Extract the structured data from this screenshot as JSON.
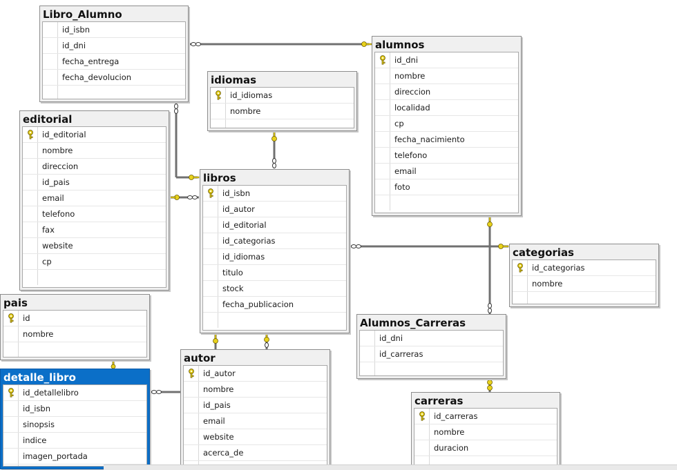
{
  "diagram": {
    "tables": [
      {
        "id": "libro_alumno",
        "name": "Libro_Alumno",
        "columns": [
          {
            "name": "id_isbn",
            "pk": false
          },
          {
            "name": "id_dni",
            "pk": false
          },
          {
            "name": "fecha_entrega",
            "pk": false
          },
          {
            "name": "fecha_devolucion",
            "pk": false
          }
        ]
      },
      {
        "id": "alumnos",
        "name": "alumnos",
        "columns": [
          {
            "name": "id_dni",
            "pk": true
          },
          {
            "name": "nombre",
            "pk": false
          },
          {
            "name": "direccion",
            "pk": false
          },
          {
            "name": "localidad",
            "pk": false
          },
          {
            "name": "cp",
            "pk": false
          },
          {
            "name": "fecha_nacimiento",
            "pk": false
          },
          {
            "name": "telefono",
            "pk": false
          },
          {
            "name": "email",
            "pk": false
          },
          {
            "name": "foto",
            "pk": false
          }
        ]
      },
      {
        "id": "idiomas",
        "name": "idiomas",
        "columns": [
          {
            "name": "id_idiomas",
            "pk": true
          },
          {
            "name": "nombre",
            "pk": false
          }
        ]
      },
      {
        "id": "editorial",
        "name": "editorial",
        "columns": [
          {
            "name": "id_editorial",
            "pk": true
          },
          {
            "name": "nombre",
            "pk": false
          },
          {
            "name": "direccion",
            "pk": false
          },
          {
            "name": "id_pais",
            "pk": false
          },
          {
            "name": "email",
            "pk": false
          },
          {
            "name": "telefono",
            "pk": false
          },
          {
            "name": "fax",
            "pk": false
          },
          {
            "name": "website",
            "pk": false
          },
          {
            "name": "cp",
            "pk": false
          }
        ]
      },
      {
        "id": "libros",
        "name": "libros",
        "columns": [
          {
            "name": "id_isbn",
            "pk": true
          },
          {
            "name": "id_autor",
            "pk": false
          },
          {
            "name": "id_editorial",
            "pk": false
          },
          {
            "name": "id_categorias",
            "pk": false
          },
          {
            "name": "id_idiomas",
            "pk": false
          },
          {
            "name": "titulo",
            "pk": false
          },
          {
            "name": "stock",
            "pk": false
          },
          {
            "name": "fecha_publicacion",
            "pk": false
          }
        ]
      },
      {
        "id": "categorias",
        "name": "categorias",
        "columns": [
          {
            "name": "id_categorias",
            "pk": true
          },
          {
            "name": "nombre",
            "pk": false
          }
        ]
      },
      {
        "id": "pais",
        "name": "pais",
        "columns": [
          {
            "name": "id",
            "pk": true
          },
          {
            "name": "nombre",
            "pk": false
          }
        ]
      },
      {
        "id": "alumnos_carreras",
        "name": "Alumnos_Carreras",
        "columns": [
          {
            "name": "id_dni",
            "pk": false
          },
          {
            "name": "id_carreras",
            "pk": false
          }
        ]
      },
      {
        "id": "autor",
        "name": "autor",
        "columns": [
          {
            "name": "id_autor",
            "pk": true
          },
          {
            "name": "nombre",
            "pk": false
          },
          {
            "name": "id_pais",
            "pk": false
          },
          {
            "name": "email",
            "pk": false
          },
          {
            "name": "website",
            "pk": false
          },
          {
            "name": "acerca_de",
            "pk": false
          }
        ]
      },
      {
        "id": "detalle_libro",
        "name": "detalle_libro",
        "selected": true,
        "columns": [
          {
            "name": "id_detallelibro",
            "pk": true
          },
          {
            "name": "id_isbn",
            "pk": false
          },
          {
            "name": "sinopsis",
            "pk": false
          },
          {
            "name": "indice",
            "pk": false
          },
          {
            "name": "imagen_portada",
            "pk": false
          }
        ]
      },
      {
        "id": "carreras",
        "name": "carreras",
        "columns": [
          {
            "name": "id_carreras",
            "pk": true
          },
          {
            "name": "nombre",
            "pk": false
          },
          {
            "name": "duracion",
            "pk": false
          }
        ]
      }
    ],
    "relationships": [
      {
        "from": "libro_alumno",
        "to": "alumnos"
      },
      {
        "from": "libro_alumno",
        "to": "libros"
      },
      {
        "from": "libros",
        "to": "editorial"
      },
      {
        "from": "libros",
        "to": "idiomas"
      },
      {
        "from": "libros",
        "to": "categorias"
      },
      {
        "from": "alumnos_carreras",
        "to": "alumnos"
      },
      {
        "from": "libros",
        "to": "autor"
      },
      {
        "from": "detalle_libro",
        "to": "libros"
      },
      {
        "from": "autor",
        "to": "pais"
      },
      {
        "from": "editorial",
        "to": "pais"
      },
      {
        "from": "alumnos_carreras",
        "to": "carreras"
      }
    ],
    "colors": {
      "key": "#e8d21c",
      "selected_header": "#0b6fc8",
      "line": "#707070"
    }
  }
}
